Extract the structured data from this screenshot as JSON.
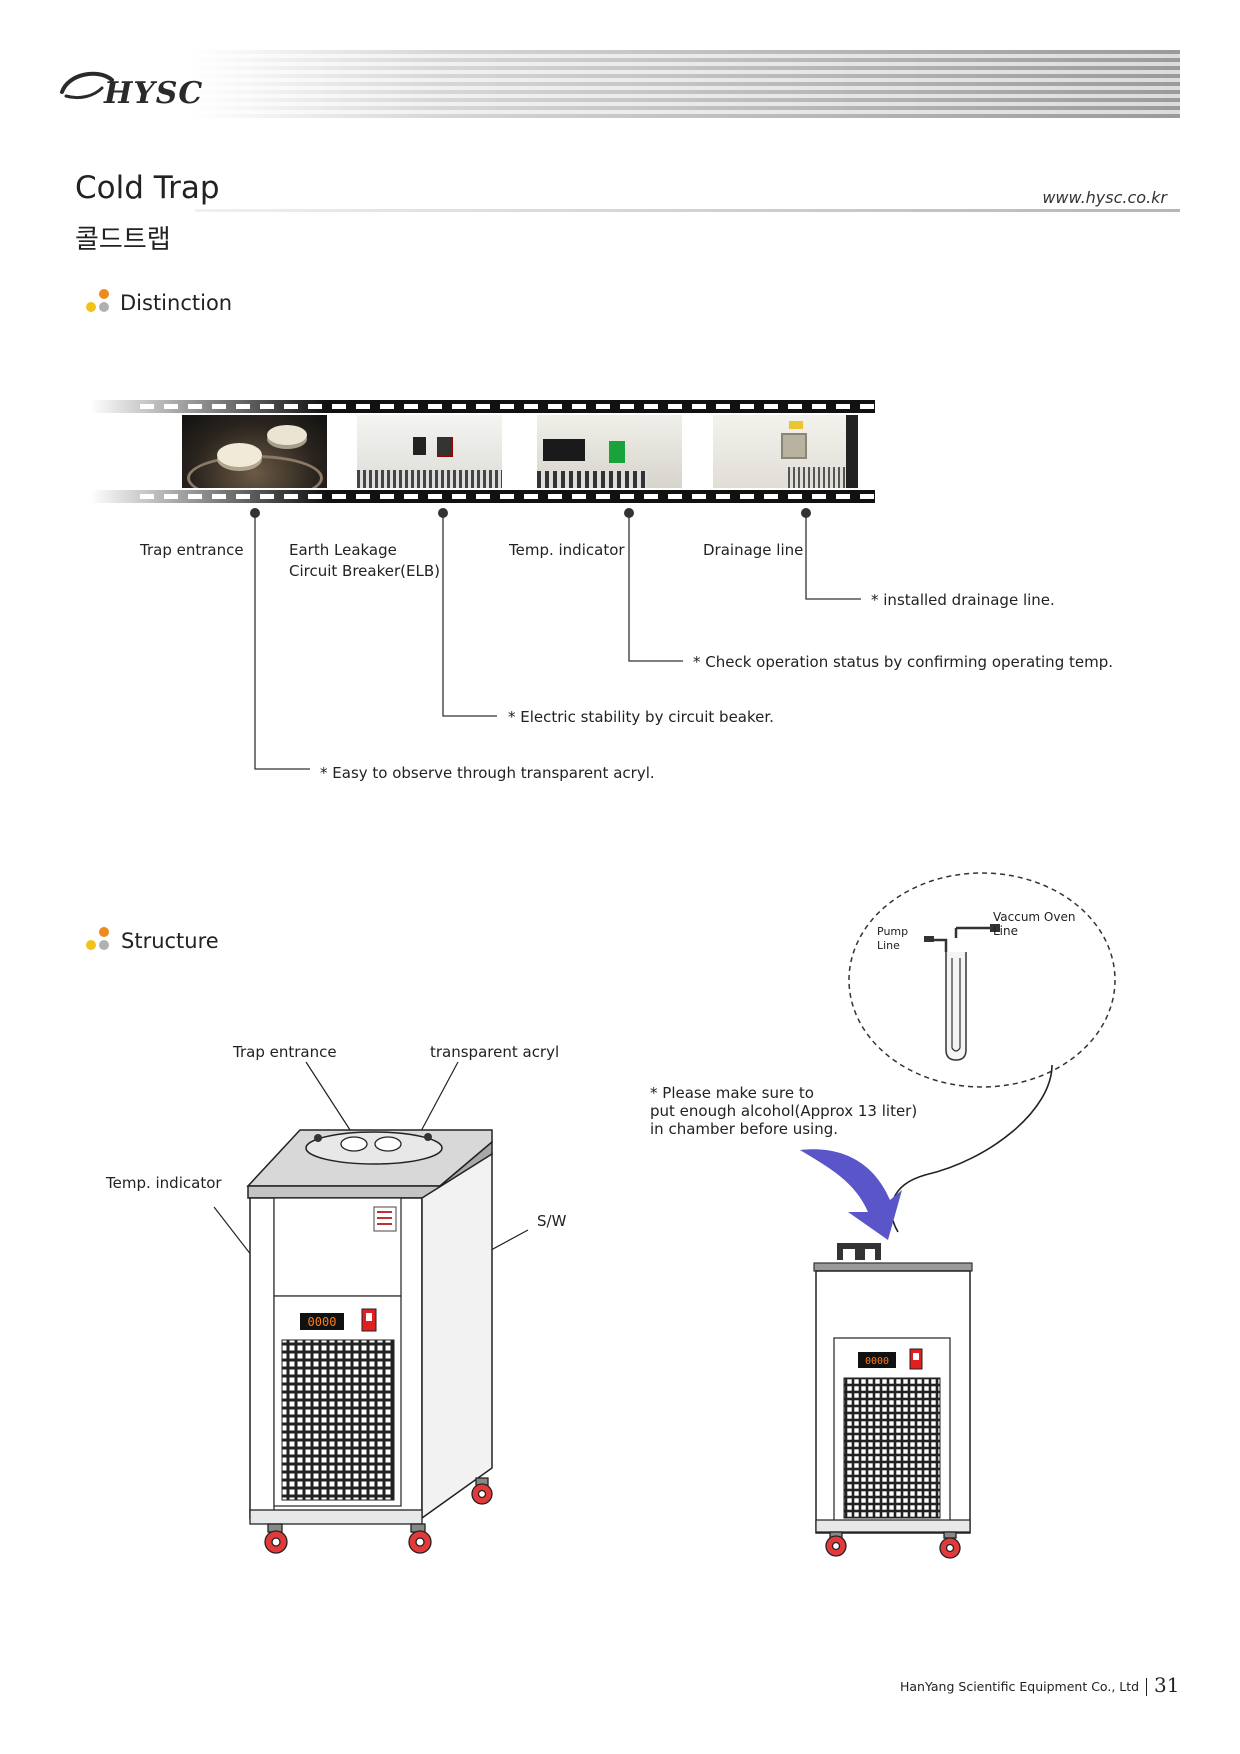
{
  "header": {
    "logo_text": "HYSC",
    "title": "Cold Trap",
    "title_korean": "콜드트랩",
    "website": "www.hysc.co.kr"
  },
  "distinction": {
    "heading": "Distinction",
    "items": [
      {
        "name": "Trap entrance",
        "description": "* Easy to observe through transparent acryl."
      },
      {
        "name": "Earth Leakage\nCircuit Breaker(ELB)",
        "description": "* Electric stability by circuit beaker."
      },
      {
        "name": "Temp. indicator",
        "description": "* Check operation status by confirming operating temp."
      },
      {
        "name": "Drainage line",
        "description": "* installed drainage line."
      }
    ]
  },
  "structure": {
    "heading": "Structure",
    "labels": {
      "trap_entrance": "Trap entrance",
      "transparent_acryl": "transparent acryl",
      "temp_indicator": "Temp. indicator",
      "switch": "S/W"
    },
    "display_reading": "0000",
    "note": "* Please make sure to\n   put enough alcohol(Approx 13 liter)\n   in chamber before using.",
    "detail": {
      "pump_line": "Pump\nLine",
      "vacuum_line": "Vaccum Oven\nLine"
    }
  },
  "footer": {
    "company": "HanYang Scientific Equipment Co., Ltd",
    "page_number": "31"
  },
  "colors": {
    "accent_orange": "#f08a1c",
    "accent_yellow": "#f3c11a",
    "accent_gray": "#b0b0b0",
    "arrow_blue": "#5a55c8",
    "display_orange": "#ff7a1a",
    "switch_red": "#e02020",
    "wheel_red": "#e23a3a"
  }
}
